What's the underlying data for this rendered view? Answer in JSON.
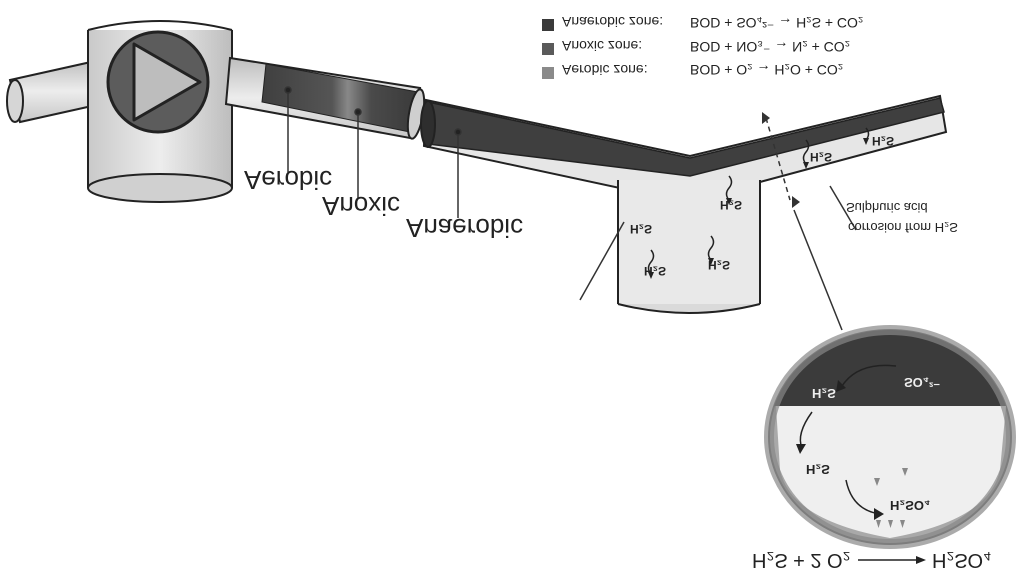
{
  "legend": [
    {
      "label": "Anaerobic zone:",
      "equation": "BOD + SO₄²⁻ → H₂S + CO₂",
      "color": "#3a3a3a"
    },
    {
      "label": "Anoxic zone:",
      "equation": "BOD + NO₃⁻ → N₂ + CO₂",
      "color": "#5a5a5a"
    },
    {
      "label": "Aerobic zone:",
      "equation": "BOD + O₂ → H₂O + CO₂",
      "color": "#8a8a8a"
    }
  ],
  "zones": {
    "aerobic": "Aerobic",
    "anoxic": "Anoxic",
    "anaerobic": "Anaerobic"
  },
  "h2s": "H₂S",
  "sulfuric_note": {
    "line1": "Sulphuric acid",
    "line2": "corrosion from H₂S"
  },
  "inset": {
    "so4": "SO₄²⁻",
    "h2s_top": "H₂S",
    "h2s_mid": "H₂S",
    "h2so4": "H₂SO₄"
  },
  "reaction": {
    "left": "H₂S + 2 O₂",
    "right": "H₂SO₄"
  },
  "colors": {
    "dark": "#3a3a3a",
    "mid": "#7a7a7a",
    "light": "#e2e2e2",
    "outline": "#222222"
  }
}
